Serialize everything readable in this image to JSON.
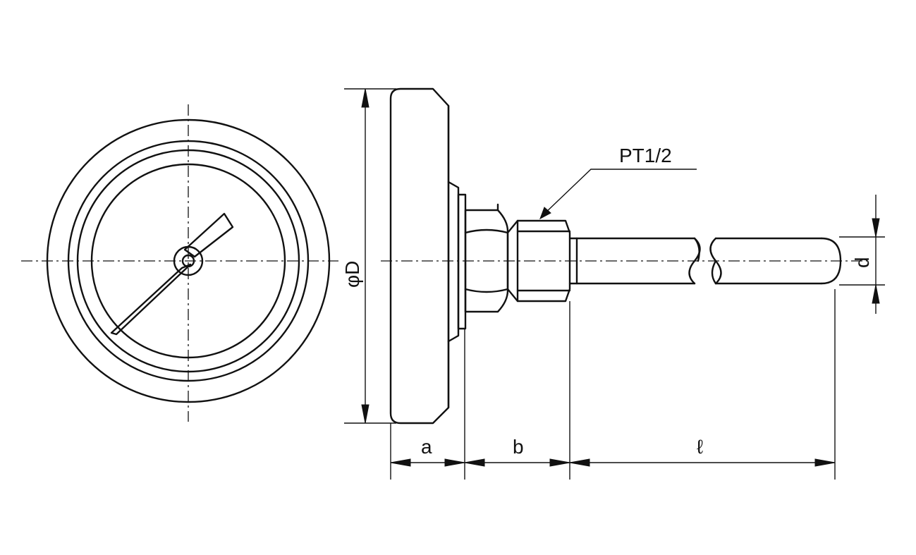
{
  "labels": {
    "thread": "PT1/2",
    "diameter": "φD",
    "dim_a": "a",
    "dim_b": "b",
    "dim_l": "ℓ",
    "dim_d": "d"
  }
}
